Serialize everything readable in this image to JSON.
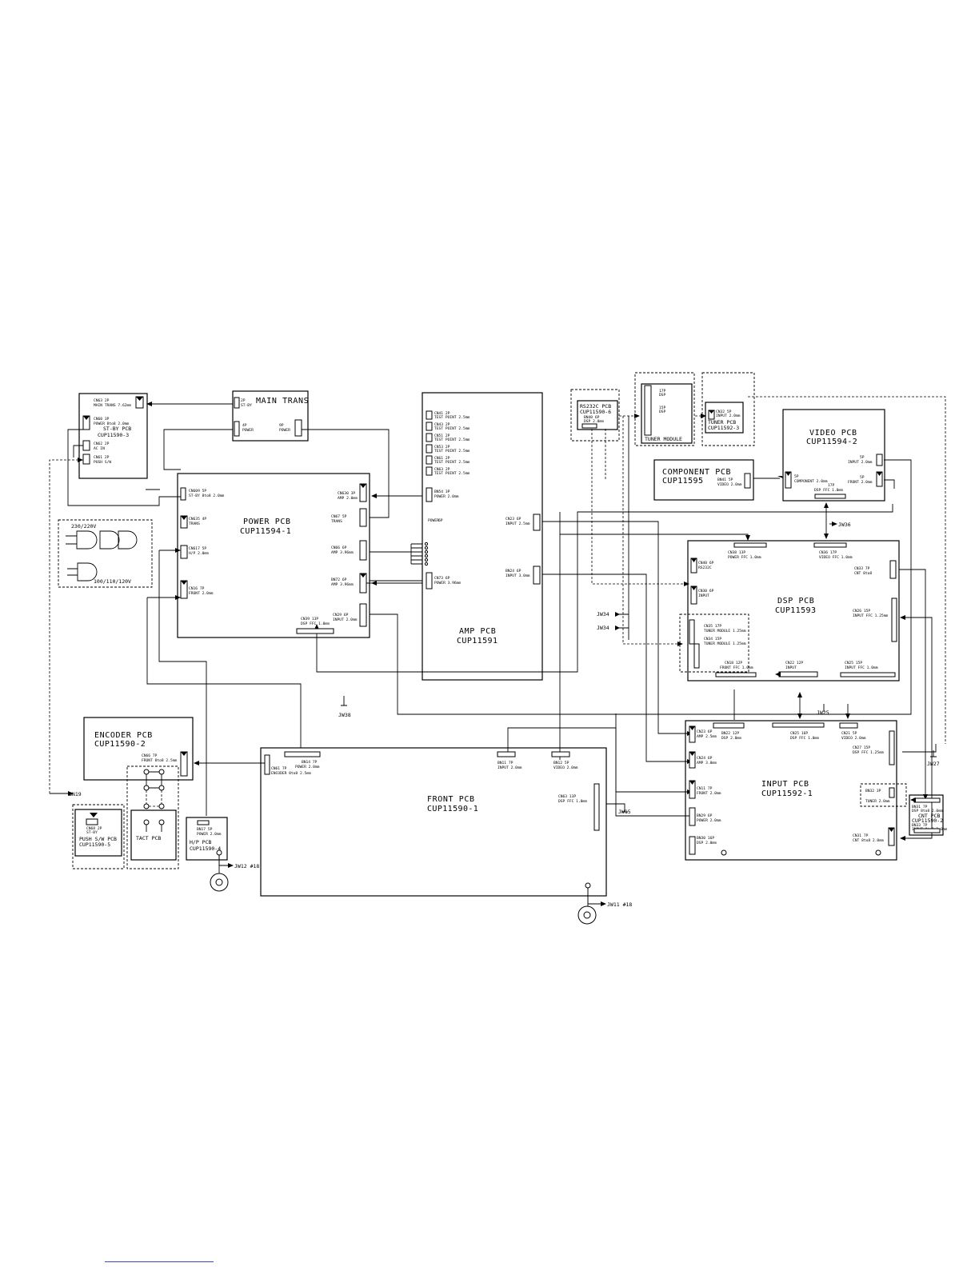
{
  "boards": {
    "stby": {
      "name": "ST-BY PCB",
      "part": "CUP11590-3"
    },
    "power": {
      "name": "POWER PCB",
      "part": "CUP11594-1"
    },
    "amp": {
      "name": "AMP PCB",
      "part": "CUP11591"
    },
    "video": {
      "name": "VIDEO PCB",
      "part": "CUP11594-2"
    },
    "component": {
      "name": "COMPONENT PCB",
      "part": "CUP11595"
    },
    "dsp": {
      "name": "DSP PCB",
      "part": "CUP11593"
    },
    "input": {
      "name": "INPUT PCB",
      "part": "CUP11592-1"
    },
    "front": {
      "name": "FRONT PCB",
      "part": "CUP11590-1"
    },
    "encoder": {
      "name": "ENCODER PCB",
      "part": "CUP11590-2"
    },
    "rs232c": {
      "name": "RS232C PCB",
      "part": "CUP11590-6"
    },
    "tuner": {
      "name": "TUNER PCB",
      "part": "CUP11592-3"
    },
    "pushsw": {
      "name": "PUSH S/W PCB",
      "part": "CUP11590-5"
    },
    "hp": {
      "name": "H/P PCB",
      "part": "CUP11590-4"
    },
    "tact": {
      "name": "TACT PCB"
    },
    "cnt": {
      "name": "CNT PCB",
      "part": "CUP11590-2"
    },
    "maintrans": {
      "name": "MAIN TRANS"
    },
    "tunermodule": {
      "name": "TUNER MODULE"
    }
  },
  "labels": {
    "stby": [
      [
        "CN63 2P",
        "MAIN TRANS 7.62mm"
      ],
      [
        "CN60 3P",
        "POWER 8to8 2.0mm"
      ],
      [
        "CN62 2P",
        "AC IN"
      ],
      [
        "CN61 2P",
        "PUSH S/W"
      ]
    ],
    "maintrans": [
      [
        "2P",
        "ST-BY"
      ],
      [
        "4P",
        "POWER"
      ],
      [
        "9P",
        "POWER"
      ]
    ],
    "power": [
      [
        "CN609 5P",
        "ST-BY 8to8 2.0mm"
      ],
      [
        "CN635 4P",
        "TRANS"
      ],
      [
        "CN617 5P",
        "H/P 2.0mm"
      ],
      [
        "CN16 7P",
        "FRONT 2.0mm"
      ],
      [
        "CN630 3P",
        "AMP 2.0mm"
      ],
      [
        "CN67 5P",
        "TRANS"
      ],
      [
        "CN66 6P",
        "AMP 3.96mm"
      ],
      [
        "BN72 6P",
        "AMP 3.96mm"
      ],
      [
        "CN39 13P",
        "DSP FFC 1.0mm"
      ],
      [
        "CN29 6P",
        "INPUT 2.0mm"
      ]
    ],
    "amp": [
      [
        "CN41 2P",
        "TEST POINT 2.5mm"
      ],
      [
        "CN43 2P",
        "TEST POINT 2.5mm"
      ],
      [
        "CN51 2P",
        "TEST POINT 2.5mm"
      ],
      [
        "CN53 2P",
        "TEST POINT 2.5mm"
      ],
      [
        "CN61 2P",
        "TEST POINT 2.5mm"
      ],
      [
        "CN63 2P",
        "TEST POINT 2.5mm"
      ],
      [
        "BN54 3P",
        "POWER 2.0mm"
      ],
      [
        "CN23 6P",
        "INPUT 2.5mm"
      ],
      [
        "BN24 6P",
        "INPUT 3.0mm"
      ],
      [
        "CN73 6P",
        "POWER 3.96mm"
      ],
      [
        "POWER",
        "6P"
      ]
    ],
    "rs232c": [
      [
        "BN40 6P",
        "DSP 2.0mm"
      ]
    ],
    "tunermodule": [
      [
        "17P",
        "DSP"
      ],
      [
        "15P",
        "DSP"
      ]
    ],
    "tuner": [
      [
        "CN32 5P",
        "INPUT 2.0mm"
      ]
    ],
    "component": [
      [
        "BN41 5P",
        "VIDEO 2.0mm"
      ]
    ],
    "video": [
      [
        "5P",
        "COMPONENT 2.0mm"
      ],
      [
        "5P",
        "INPUT 2.0mm"
      ],
      [
        "5P",
        "FRONT 2.0mm"
      ],
      [
        "17P",
        "DSP FFC 1.0mm"
      ]
    ],
    "dsp": [
      [
        "CN38 13P",
        "POWER FFC 1.0mm"
      ],
      [
        "CN36 17P",
        "VIDEO FFC 1.0mm"
      ],
      [
        "CN40 6P",
        "RS232C"
      ],
      [
        "CN33 7P",
        "CNT 8to8"
      ],
      [
        "CN30 6P",
        "INPUT"
      ],
      [
        "CN26 15P",
        "INPUT FFC 1.25mm"
      ],
      [
        "CN35 17P",
        "TUNER MODULE 1.25mm"
      ],
      [
        "CN34 15P",
        "TUNER MODULE 1.25mm"
      ],
      [
        "CN18 12P",
        "FRONT FFC 1.0mm"
      ],
      [
        "CN22 12P",
        "INPUT"
      ],
      [
        "CN25 15P",
        "INPUT FFC 1.0mm"
      ]
    ],
    "input": [
      [
        "CN23 6P",
        "AMP 2.5mm"
      ],
      [
        "BN22 12P",
        "DSP 2.0mm"
      ],
      [
        "CN25 16P",
        "DSP FFC 1.0mm"
      ],
      [
        "CN21 5P",
        "VIDEO 2.0mm"
      ],
      [
        "CN27 15P",
        "DSP FFC 1.25mm"
      ],
      [
        "CN24 6P",
        "AMP 3.0mm"
      ],
      [
        "CN11 7P",
        "FRONT 2.0mm"
      ],
      [
        "BN32 3P",
        "TUNER 2.0mm"
      ],
      [
        "BN29 6P",
        "POWER 2.0mm"
      ],
      [
        "BN30 16P",
        "DSP 2.0mm"
      ],
      [
        "CN31 7P",
        "CNT 8to8 2.0mm"
      ]
    ],
    "front": [
      [
        "BN14 7P",
        "POWER 2.0mm"
      ],
      [
        "CN61 7P",
        "ENCODER 8to8 2.5mm"
      ],
      [
        "BN11 7P",
        "INPUT 2.0mm"
      ],
      [
        "BN12 5P",
        "VIDEO 2.0mm"
      ],
      [
        "CN63 13P",
        "DSP FFC 1.0mm"
      ]
    ],
    "encoder": [
      [
        "CN66 7P",
        "FRONT 8to8 2.5mm"
      ]
    ],
    "pushsw": [
      [
        "CN68 2P",
        "ST-BY"
      ]
    ],
    "hp": [
      [
        "BN17 5P",
        "POWER 2.0mm"
      ]
    ],
    "cnt": [
      [
        "BN31 7P",
        "DSP 8to8 2.0mm"
      ],
      [
        "BN33 7P",
        "INPUT 8to8 2.0mm"
      ]
    ]
  },
  "plug": {
    "voltage_top": "230/220V",
    "voltage_bottom": "100/110/120V"
  },
  "jumpers": {
    "jw36": "JW36",
    "jw34a": "JW34",
    "jw34b": "JW34",
    "jw38": "JW38",
    "jw25": "JW25",
    "jw27": "JW27",
    "jw15": "JW15",
    "bn19": "BN19",
    "jw12": "JW12 #18",
    "jw11": "JW11 #18"
  }
}
